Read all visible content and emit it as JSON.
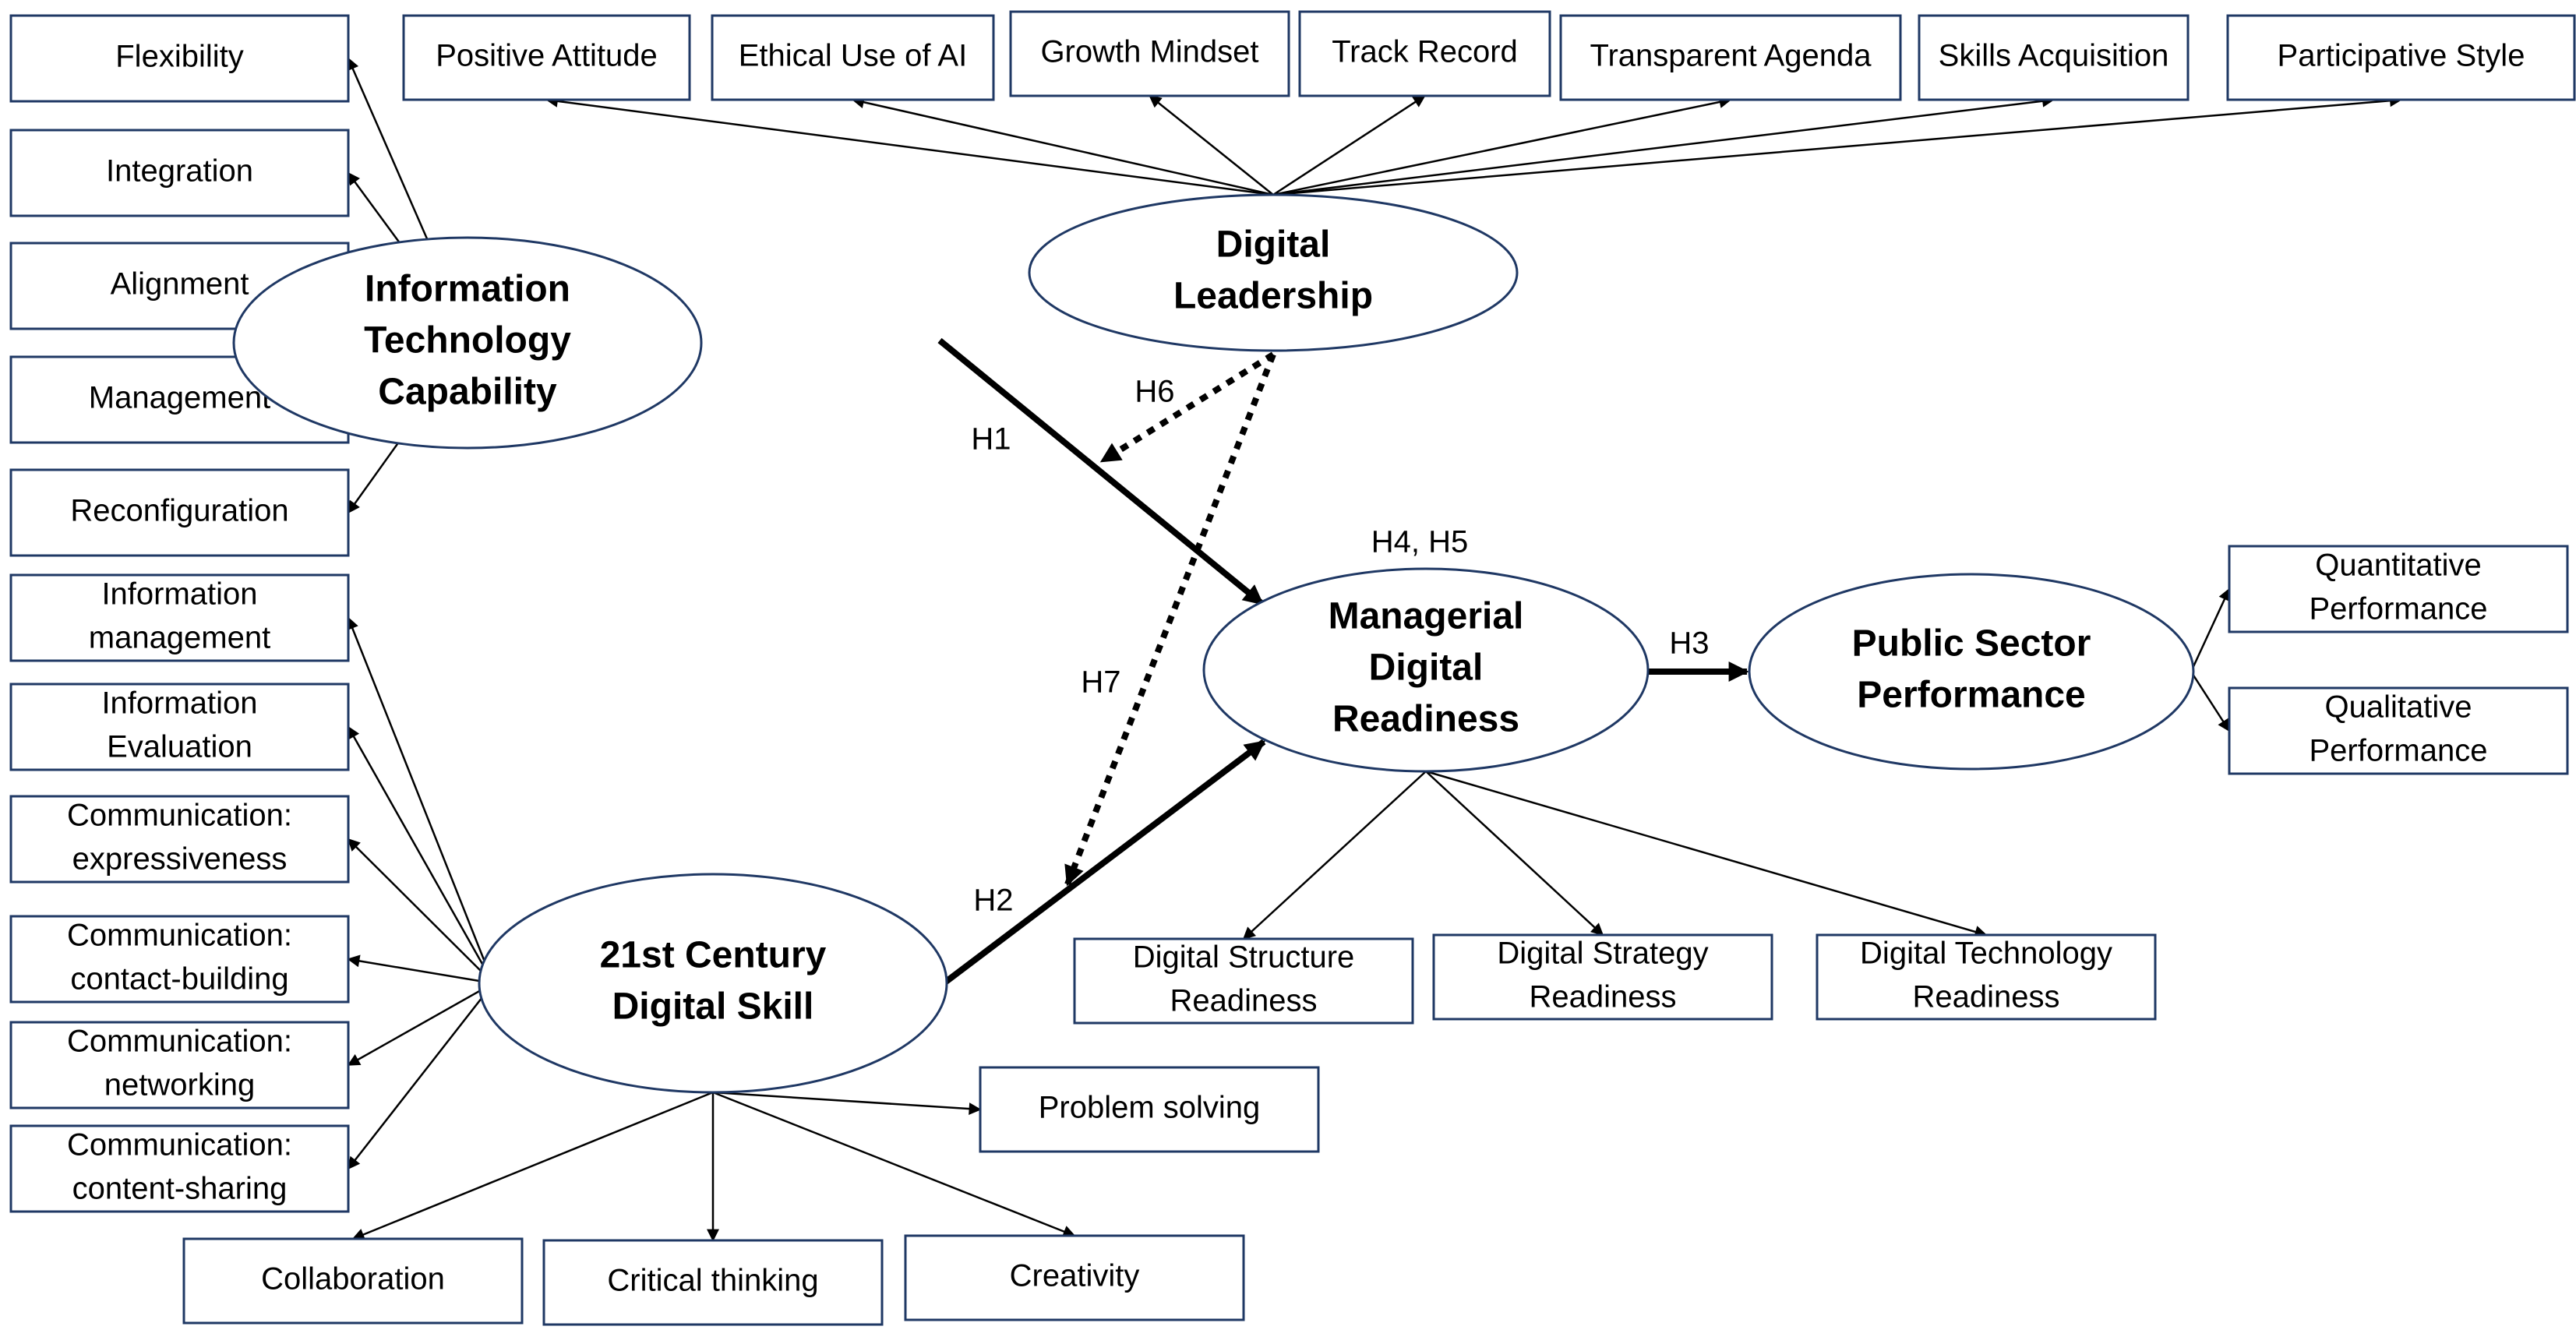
{
  "constructs": {
    "itc": [
      "Information",
      "Technology",
      "Capability"
    ],
    "dl": [
      "Digital",
      "Leadership"
    ],
    "mdr": [
      "Managerial",
      "Digital",
      "Readiness"
    ],
    "psp": [
      "Public Sector",
      "Performance"
    ],
    "dskill": [
      "21st Century",
      "Digital Skill"
    ]
  },
  "indicators": {
    "dl": [
      [
        "Positive Attitude"
      ],
      [
        "Ethical Use of AI"
      ],
      [
        "Growth Mindset"
      ],
      [
        "Track Record"
      ],
      [
        "Transparent Agenda"
      ],
      [
        "Skills Acquisition"
      ],
      [
        "Participative Style"
      ]
    ],
    "itc": [
      [
        "Flexibility"
      ],
      [
        "Integration"
      ],
      [
        "Alignment"
      ],
      [
        "Management"
      ],
      [
        "Reconfiguration"
      ]
    ],
    "dskill_left": [
      [
        "Information",
        "management"
      ],
      [
        "Information",
        "Evaluation"
      ],
      [
        "Communication:",
        "expressiveness"
      ],
      [
        "Communication:",
        "contact-building"
      ],
      [
        "Communication:",
        "networking"
      ],
      [
        "Communication:",
        "content-sharing"
      ]
    ],
    "dskill_bottom": [
      [
        "Problem solving"
      ],
      [
        "Collaboration"
      ],
      [
        "Critical thinking"
      ],
      [
        "Creativity"
      ]
    ],
    "mdr": [
      [
        "Digital Structure",
        "Readiness"
      ],
      [
        "Digital Strategy",
        "Readiness"
      ],
      [
        "Digital Technology",
        "Readiness"
      ]
    ],
    "psp": [
      [
        "Quantitative",
        "Performance"
      ],
      [
        "Qualitative",
        "Performance"
      ]
    ]
  },
  "hypotheses": {
    "h1": "H1",
    "h2": "H2",
    "h3": "H3",
    "h45": "H4, H5",
    "h6": "H6",
    "h7": "H7"
  }
}
